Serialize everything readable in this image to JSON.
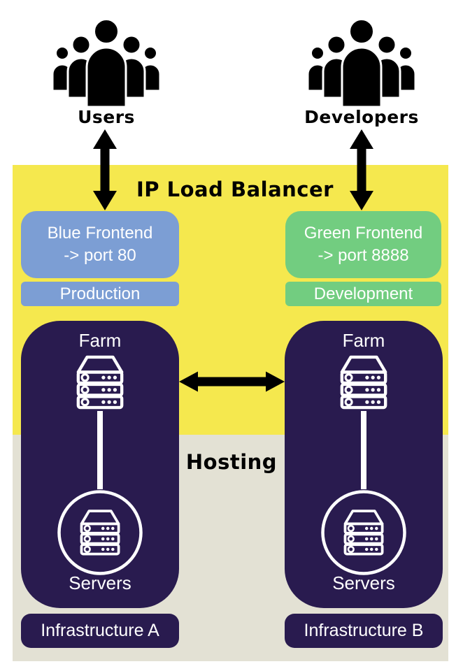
{
  "colors": {
    "yellow": "#F5E84E",
    "gray": "#E3E1D4",
    "navy": "#291B4F",
    "blue": "#7C9ED4",
    "green": "#72CD80",
    "arrow_black": "#000000",
    "white": "#FFFFFF"
  },
  "actors": {
    "users": {
      "label": "Users",
      "icon": "crowd-icon"
    },
    "developers": {
      "label": "Developers",
      "icon": "crowd-icon"
    }
  },
  "load_balancer": {
    "title": "IP Load Balancer",
    "blue_frontend": {
      "line1": "Blue Frontend",
      "line2": "-> port 80"
    },
    "blue_tag": "Production",
    "green_frontend": {
      "line1": "Green Frontend",
      "line2": "-> port 8888"
    },
    "green_tag": "Development"
  },
  "hosting": {
    "title": "Hosting",
    "farms": [
      {
        "title": "Farm",
        "icon": "server-rack-icon",
        "servers_label": "Servers",
        "infra_label": "Infrastructure A"
      },
      {
        "title": "Farm",
        "icon": "server-rack-icon",
        "servers_label": "Servers",
        "infra_label": "Infrastructure B"
      }
    ]
  }
}
